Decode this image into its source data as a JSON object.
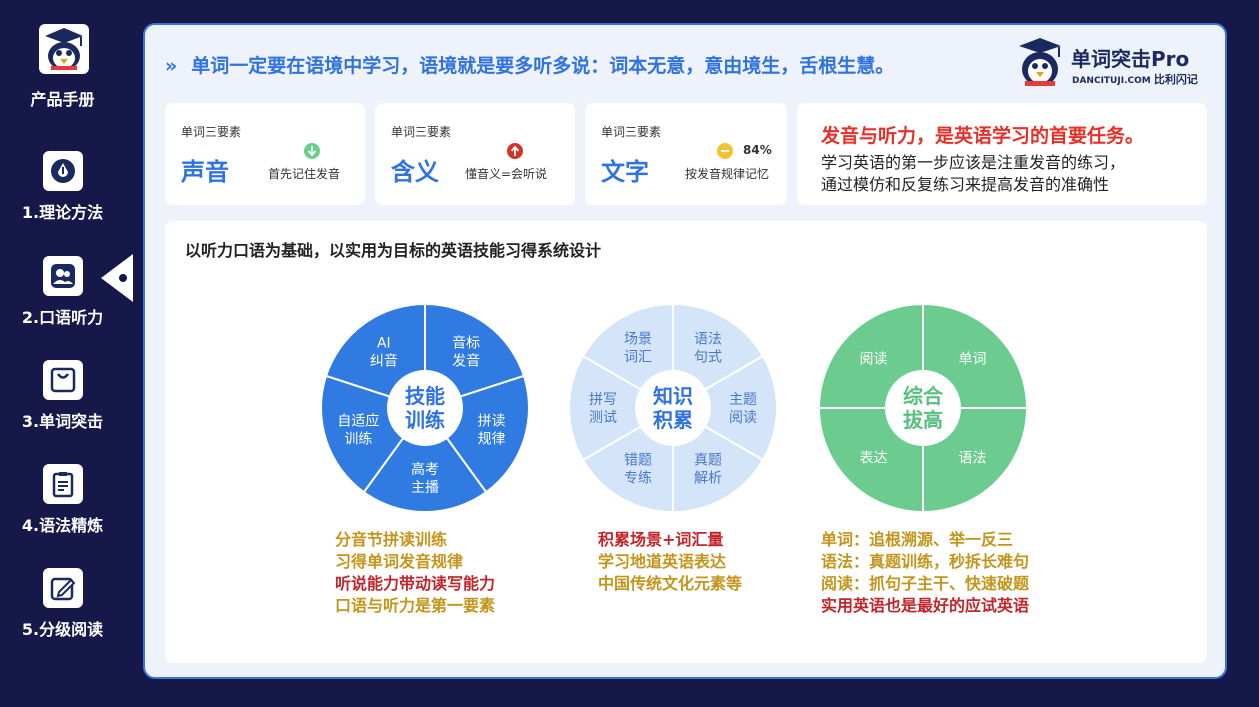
{
  "sidebar": {
    "title": "产品手册",
    "items": [
      {
        "label": "1.理论方法",
        "icon": "drop-icon"
      },
      {
        "label": "2.口语听力",
        "icon": "users-icon"
      },
      {
        "label": "3.单词突击",
        "icon": "bag-icon"
      },
      {
        "label": "4.语法精炼",
        "icon": "clipboard-icon"
      },
      {
        "label": "5.分级阅读",
        "icon": "pencil-square-icon"
      }
    ]
  },
  "header": {
    "banner_text": "单词一定要在语境中学习，语境就是要多听多说：词本无意，意由境生，舌根生慧。",
    "brand_name": "单词突击Pro",
    "brand_sub": "DANCITUJI.COM",
    "brand_tagline": "比利闪记"
  },
  "cards": [
    {
      "label": "单词三要素",
      "main": "声音",
      "desc": "首先记住发音",
      "icon": "arrow-down-green-icon"
    },
    {
      "label": "单词三要素",
      "main": "含义",
      "desc": "懂音义=会听说",
      "icon": "arrow-up-red-icon"
    },
    {
      "label": "单词三要素",
      "main": "文字",
      "desc": "按发音规律记忆",
      "icon": "minus-yellow-icon",
      "percent": "84%"
    }
  ],
  "note": {
    "title": "发音与听力，是英语学习的首要任务。",
    "line1": "学习英语的第一步应该是注重发音的练习，",
    "line2": "通过模仿和反复练习来提高发音的准确性"
  },
  "main": {
    "title": "以听力口语为基础，以实用为目标的英语技能习得系统设计",
    "wheels": [
      {
        "center": [
          "技能",
          "训练"
        ],
        "segments": [
          [
            "音标",
            "发音"
          ],
          [
            "拼读",
            "规律"
          ],
          [
            "高考",
            "主播"
          ],
          [
            "自适应",
            "训练"
          ],
          [
            "AI",
            "纠音"
          ]
        ],
        "captions": [
          "分音节拼读训练",
          "习得单词发音规律",
          "听说能力带动读写能力",
          "口语与听力是第一要素"
        ],
        "colors": {
          "fill": "#2f7be2",
          "center_text": "#2f72e0",
          "segment_text": "#ffffff"
        }
      },
      {
        "center": [
          "知识",
          "积累"
        ],
        "segments": [
          [
            "语法",
            "句式"
          ],
          [
            "主题",
            "阅读"
          ],
          [
            "真题",
            "解析"
          ],
          [
            "错题",
            "专练"
          ],
          [
            "拼写",
            "测试"
          ],
          [
            "场景",
            "词汇"
          ]
        ],
        "captions": [
          "积累场景+词汇量",
          "学习地道英语表达",
          "中国传统文化元素等"
        ],
        "colors": {
          "fill": "#d4e4f9",
          "center_text": "#2f72e0",
          "segment_text": "#4a78c8"
        }
      },
      {
        "center": [
          "综合",
          "拔高"
        ],
        "segments": [
          [
            "单词"
          ],
          [
            "语法"
          ],
          [
            "表达"
          ],
          [
            "阅读"
          ]
        ],
        "captions": [
          "单词：追根溯源、举一反三",
          "语法：真题训练，秒拆长难句",
          "阅读：抓句子主干、快速破题",
          "实用英语也是最好的应试英语"
        ],
        "colors": {
          "fill": "#6ccb8f",
          "center_text": "#58c07e",
          "segment_text": "#ffffff"
        }
      }
    ],
    "caption_colors": {
      "gold": "#c3951c",
      "red": "#c0262b"
    }
  }
}
